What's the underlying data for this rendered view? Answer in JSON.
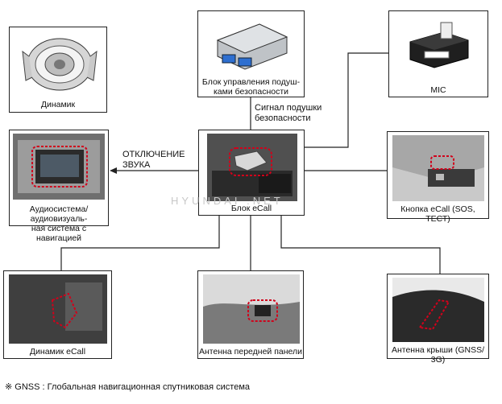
{
  "nodes": {
    "speaker": "Динамик",
    "airbag_unit": "Блок управления подуш-\nками безопасности",
    "mic": "MIC",
    "audio": "Аудиосистема/аудиовизуаль-\nная система с навигацией",
    "ecall_unit": "Блок eCall",
    "ecall_button": "Кнопка eCall (SOS, ТЕСТ)",
    "ecall_speaker": "Динамик eCall",
    "front_antenna": "Антенна передней панели",
    "roof_antenna": "Антенна крыши (GNSS/ 3G)"
  },
  "edge_labels": {
    "airbag_signal": "Сигнал подушки\nбезопасности",
    "sound_off": "ОТКЛЮЧЕНИЕ\nЗВУКА"
  },
  "watermark": "HYUNDAI   .NET",
  "footnote": "※ GNSS : Глобальная навигационная спутниковая система",
  "colors": {
    "line": "#222222",
    "highlight": "#d0021b",
    "watermark": "#c8c8c8"
  }
}
